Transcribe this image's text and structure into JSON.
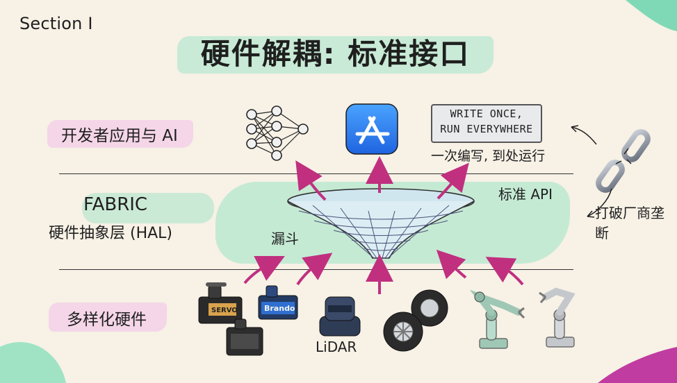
{
  "section_label": "Section I",
  "title": "硬件解耦: 标准接口",
  "layers": {
    "developer": "开发者应用与 AI",
    "fabric": "FABRIC",
    "hal": "硬件抽象层 (HAL)",
    "hardware": "多样化硬件"
  },
  "funnel_label": "漏斗",
  "standard_api": "标准 API",
  "write_once": {
    "line1": "WRITE ONCE,",
    "line2": "RUN EVERYWHERE",
    "subtitle": "一次编写, 到处运行"
  },
  "break_lock": "打破厂商垄断",
  "lidar_label": "LiDAR",
  "servo_labels": [
    "SERVO",
    "Brando"
  ],
  "icons": [
    "neural-network-icon",
    "app-store-icon",
    "broken-chain-icon",
    "servo-icon",
    "lidar-icon",
    "wheels-icon",
    "robot-arm-icon"
  ],
  "colors": {
    "background": "#f7f1e6",
    "mint_highlight": "#bfe9d2",
    "pink_highlight": "#f4d6e8",
    "arrow_magenta": "#c0307f",
    "app_blue": "#2f7cf0"
  }
}
